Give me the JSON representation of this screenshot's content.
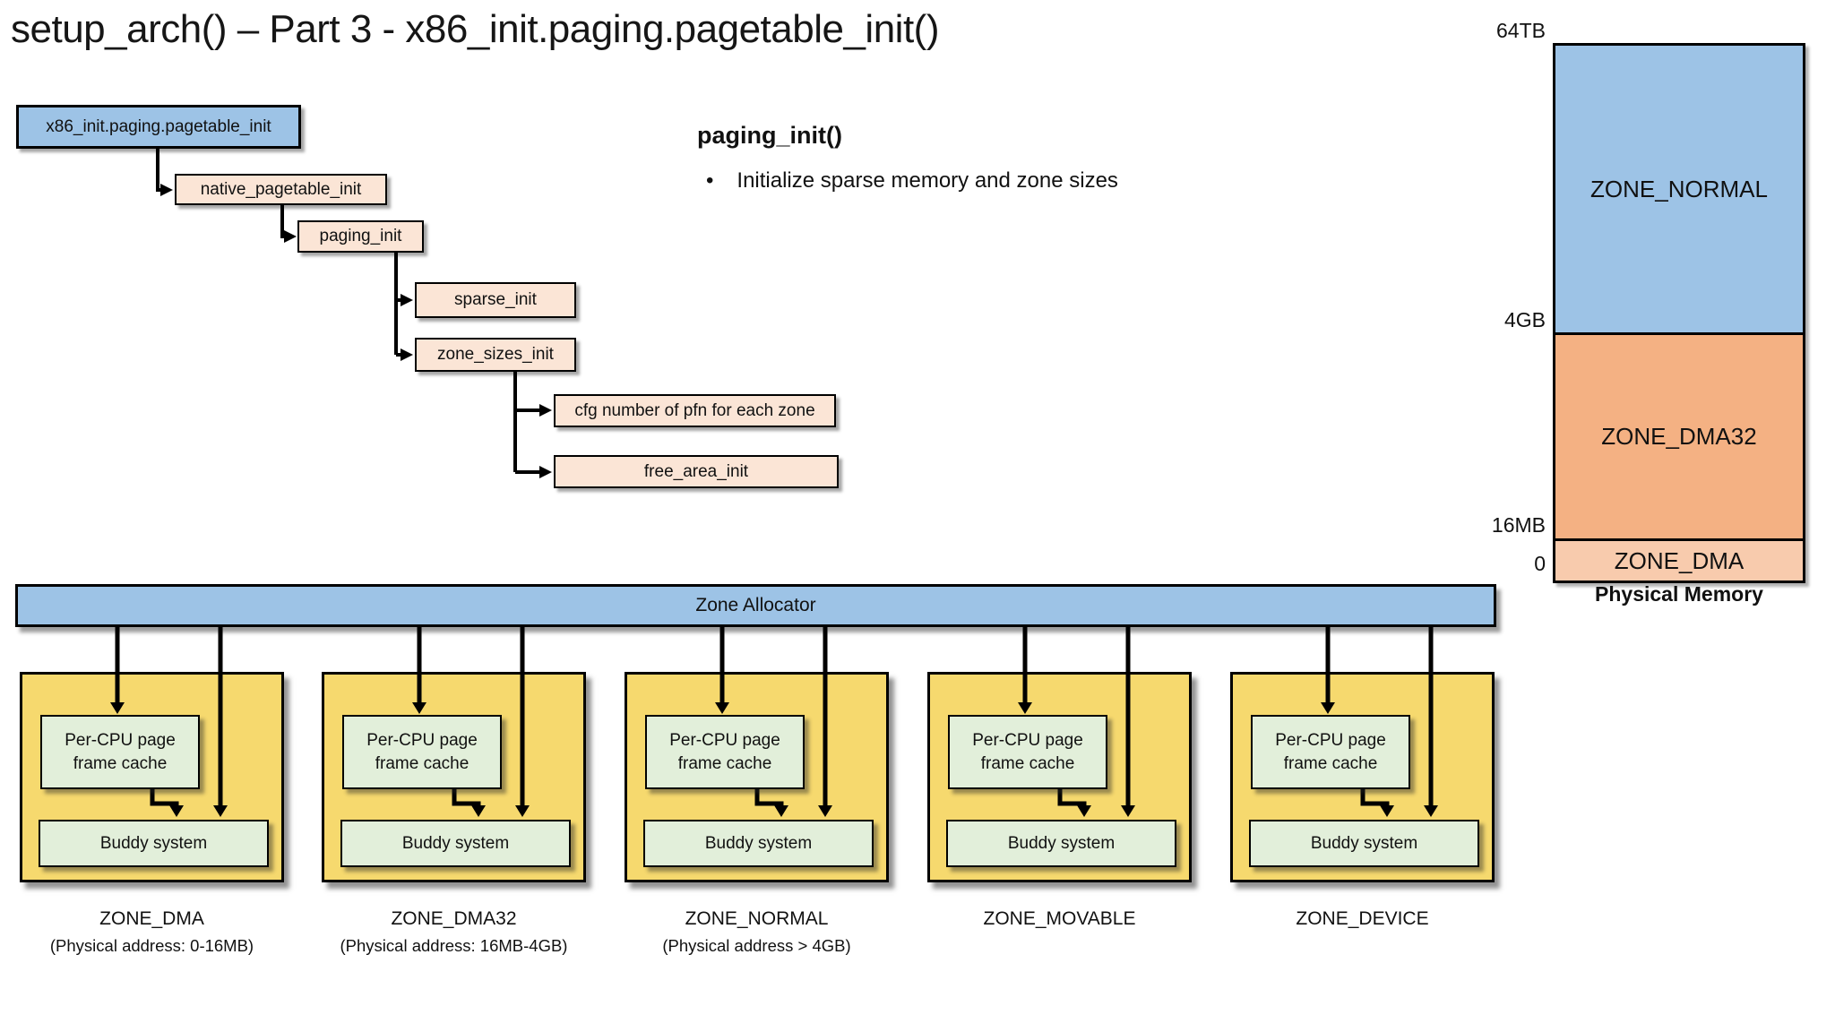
{
  "title": "setup_arch() – Part 3 - x86_init.paging.pagetable_init()",
  "call_tree": {
    "nodes": [
      {
        "label": "x86_init.paging.pagetable_init"
      },
      {
        "label": "native_pagetable_init"
      },
      {
        "label": "paging_init"
      },
      {
        "label": "sparse_init"
      },
      {
        "label": "zone_sizes_init"
      },
      {
        "label": "cfg number of pfn for each zone"
      },
      {
        "label": "free_area_init"
      }
    ]
  },
  "note": {
    "heading": "paging_init()",
    "bullet_glyph": "•",
    "bullet": "Initialize sparse memory and zone sizes"
  },
  "allocator": {
    "label": "Zone Allocator"
  },
  "card_labels": {
    "per_cpu": "Per-CPU page frame cache",
    "buddy": "Buddy system"
  },
  "zones": [
    {
      "name": "ZONE_DMA",
      "detail": "(Physical address: 0-16MB)"
    },
    {
      "name": "ZONE_DMA32",
      "detail": "(Physical address: 16MB-4GB)"
    },
    {
      "name": "ZONE_NORMAL",
      "detail": "(Physical address > 4GB)"
    },
    {
      "name": "ZONE_MOVABLE",
      "detail": ""
    },
    {
      "name": "ZONE_DEVICE",
      "detail": ""
    }
  ],
  "memory_map": {
    "ticks": [
      "64TB",
      "4GB",
      "16MB",
      "0"
    ],
    "regions": [
      {
        "label": "ZONE_NORMAL",
        "color": "#9DC3E6"
      },
      {
        "label": "ZONE_DMA32",
        "color": "#F4B183"
      },
      {
        "label": "ZONE_DMA",
        "color": "#F8CBAD"
      }
    ],
    "caption": "Physical Memory"
  },
  "colors": {
    "blue": "#9DC3E6",
    "peach": "#FBE5D6",
    "orange": "#F4B183",
    "light_peach": "#F8CBAD",
    "yellow": "#F6D96E",
    "green": "#E2EFDA"
  }
}
